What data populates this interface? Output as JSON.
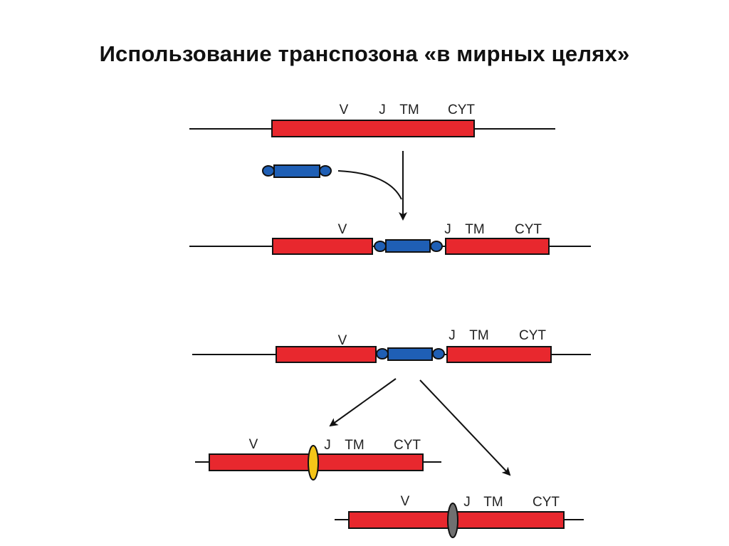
{
  "title": "Использование транспозона «в мирных целях»",
  "labels": {
    "v": "V",
    "j": "J",
    "tm": "TM",
    "cyt": "CYT"
  },
  "colors": {
    "gene": "#e8282e",
    "transposon": "#1f5fb5",
    "yellow_footprint": "#f5c518",
    "gray_footprint": "#707070",
    "line": "#111111"
  }
}
